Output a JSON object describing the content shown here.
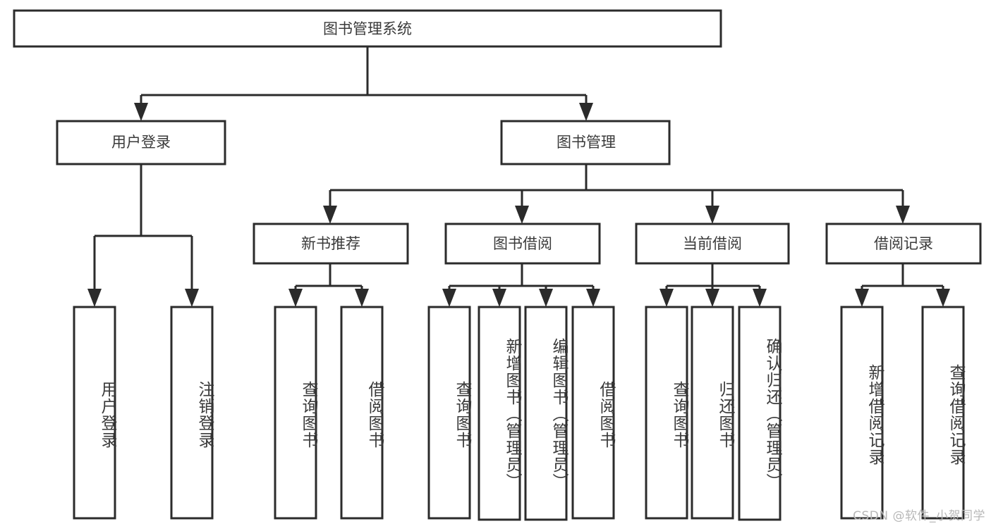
{
  "diagram": {
    "title": "图书管理系统",
    "type": "hierarchy-tree",
    "levels": 4,
    "root": {
      "id": "root",
      "label": "图书管理系统",
      "orientation": "horizontal"
    },
    "level2": [
      {
        "id": "user-login",
        "label": "用户登录",
        "orientation": "horizontal"
      },
      {
        "id": "book-manage",
        "label": "图书管理",
        "orientation": "horizontal"
      }
    ],
    "level3": [
      {
        "id": "new-book-rec",
        "label": "新书推荐",
        "orientation": "horizontal",
        "parent": "book-manage"
      },
      {
        "id": "book-borrow",
        "label": "图书借阅",
        "orientation": "horizontal",
        "parent": "book-manage"
      },
      {
        "id": "current-borrow",
        "label": "当前借阅",
        "orientation": "horizontal",
        "parent": "book-manage"
      },
      {
        "id": "borrow-record",
        "label": "借阅记录",
        "orientation": "horizontal",
        "parent": "book-manage"
      }
    ],
    "leaves": [
      {
        "id": "leaf-user-login",
        "label": "用户登录",
        "parent": "user-login",
        "orientation": "vertical"
      },
      {
        "id": "leaf-logout",
        "label": "注销登录",
        "parent": "user-login",
        "orientation": "vertical"
      },
      {
        "id": "leaf-query-book-1",
        "label": "查询图书",
        "parent": "new-book-rec",
        "orientation": "vertical"
      },
      {
        "id": "leaf-borrow-book-1",
        "label": "借阅图书",
        "parent": "new-book-rec",
        "orientation": "vertical"
      },
      {
        "id": "leaf-query-book-2",
        "label": "查询图书",
        "parent": "book-borrow",
        "orientation": "vertical"
      },
      {
        "id": "leaf-add-book",
        "label": "新增图书（管理员）",
        "parent": "book-borrow",
        "orientation": "vertical"
      },
      {
        "id": "leaf-edit-book",
        "label": "编辑图书（管理员）",
        "parent": "book-borrow",
        "orientation": "vertical"
      },
      {
        "id": "leaf-borrow-book-2",
        "label": "借阅图书",
        "parent": "book-borrow",
        "orientation": "vertical"
      },
      {
        "id": "leaf-query-book-3",
        "label": "查询图书",
        "parent": "current-borrow",
        "orientation": "vertical"
      },
      {
        "id": "leaf-return-book",
        "label": "归还图书",
        "parent": "current-borrow",
        "orientation": "vertical"
      },
      {
        "id": "leaf-confirm-return",
        "label": "确认归还（管理员）",
        "parent": "current-borrow",
        "orientation": "vertical"
      },
      {
        "id": "leaf-add-record",
        "label": "新增借阅记录",
        "parent": "borrow-record",
        "orientation": "vertical"
      },
      {
        "id": "leaf-query-record",
        "label": "查询借阅记录",
        "parent": "borrow-record",
        "orientation": "vertical"
      }
    ],
    "colors": {
      "box_fill": "#ffffff",
      "box_stroke": "#2b2b2b",
      "text": "#3a3a3a",
      "background": "#ffffff",
      "watermark": "#b8b8b8"
    }
  },
  "watermark": {
    "text": "CSDN @软件_小贺同学"
  }
}
